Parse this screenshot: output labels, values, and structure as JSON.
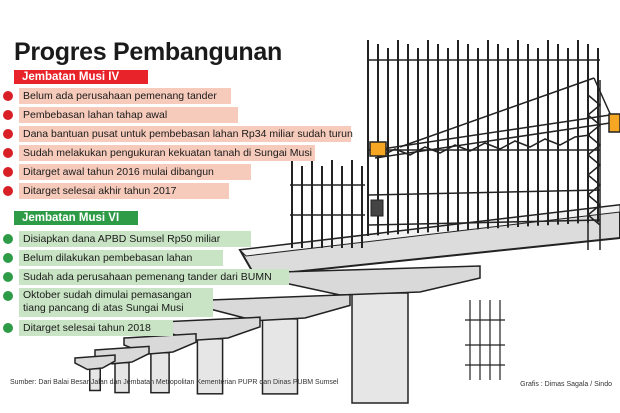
{
  "title": "Progres Pembangunan",
  "musi_iv": {
    "header": "Jembatan Musi IV",
    "items": [
      "Belum ada perusahaan pemenang tander",
      "Pembebasan lahan tahap awal",
      "Dana bantuan pusat untuk pembebasan lahan Rp34 miliar sudah turun",
      "Sudah melakukan pengukuran kekuatan tanah di Sungai Musi",
      "Ditarget awal tahun 2016 mulai dibangun",
      "Ditarget selesai akhir tahun 2017"
    ]
  },
  "musi_vi": {
    "header": "Jembatan Musi VI",
    "items": [
      "Disiapkan dana APBD Sumsel Rp50 miliar",
      "Belum dilakukan pembebasan lahan",
      "Sudah ada perusahaan pemenang tander dari BUMN",
      "Oktober sudah dimulai pemasangan tiang pancang di atas Sungai Musi",
      "Ditarget selesai tahun 2018"
    ]
  },
  "source": "Sumber: Dari Balai Besar Jalan dan Jembatan Metropolitan Kementerian PUPR dan Dinas PUBM Sumsel",
  "credit": "Grafis : Dimas Sagala / Sindo",
  "colors": {
    "red": "#e8232a",
    "red_light": "#f6cbbb",
    "green": "#2e9b47",
    "green_light": "#c9e4c4",
    "crane": "#f5a623"
  }
}
